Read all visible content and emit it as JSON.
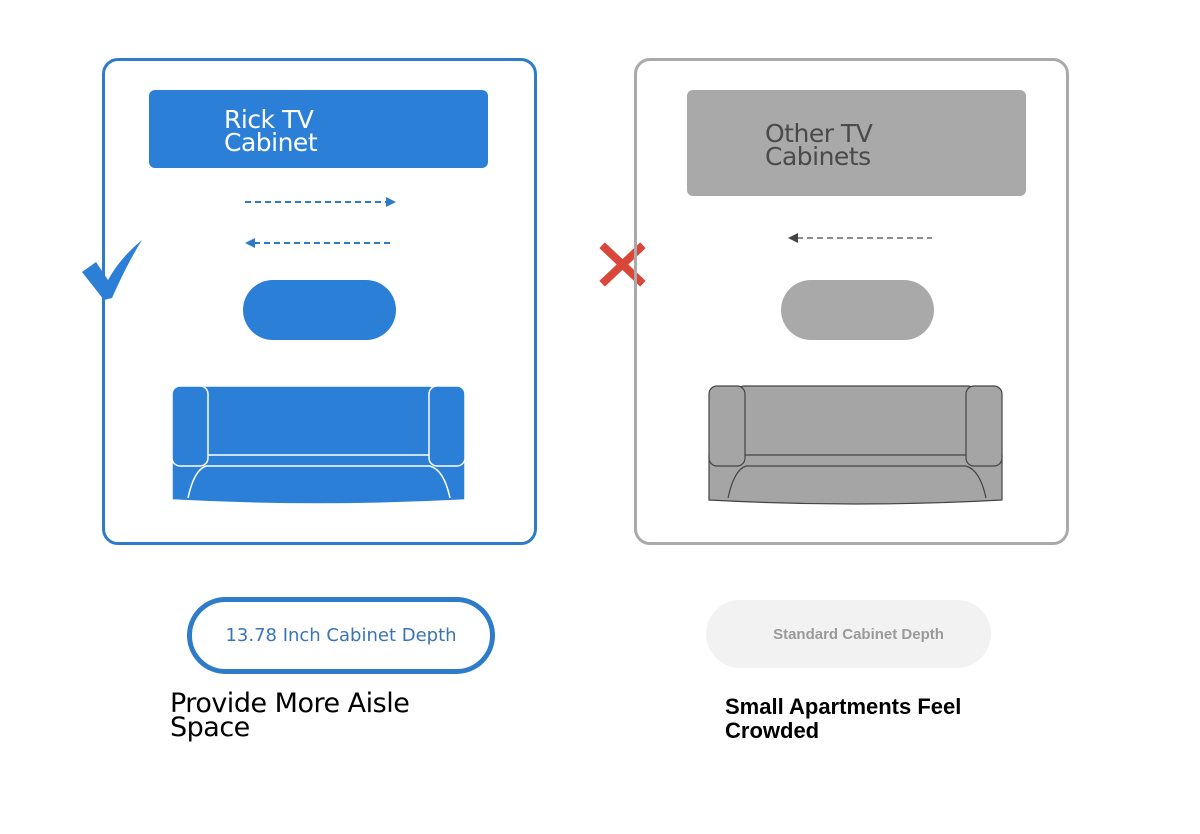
{
  "left": {
    "cabinet_label_line1": "Rick TV",
    "cabinet_label_line2": "Cabinet",
    "depth_label": "13.78 Inch Cabinet Depth",
    "caption_line1": "Provide More Aisle",
    "caption_line2": "Space",
    "accent": "#2b7fd6",
    "icon": "checkmark-icon"
  },
  "right": {
    "cabinet_label_line1": "Other TV",
    "cabinet_label_line2": "Cabinets",
    "depth_label": "Standard Cabinet Depth",
    "caption_line1": "Small Apartments Feel",
    "caption_line2": "Crowded",
    "accent": "#a9a9a9",
    "icon": "cross-icon"
  }
}
